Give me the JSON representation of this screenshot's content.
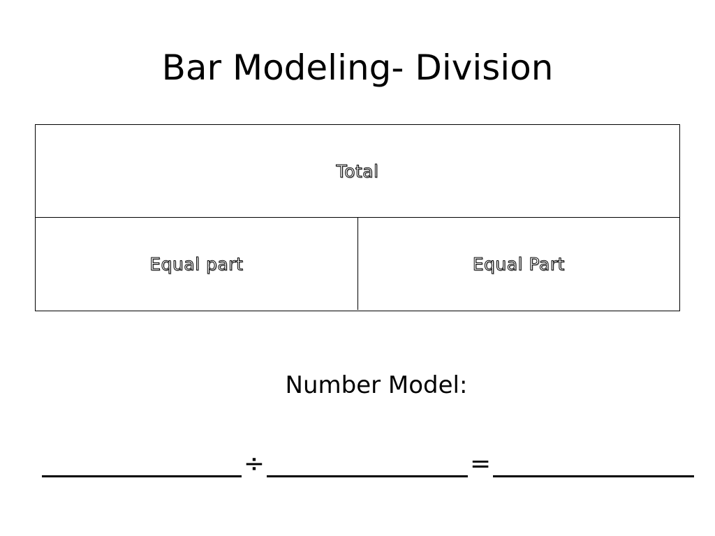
{
  "slide": {
    "title": "Bar Modeling- Division"
  },
  "bar_model": {
    "total_label": "Total",
    "parts": [
      {
        "label": "Equal part"
      },
      {
        "label": "Equal Part"
      }
    ]
  },
  "number_model": {
    "label": "Number Model:",
    "divide_symbol": "÷",
    "equals_symbol": "="
  }
}
